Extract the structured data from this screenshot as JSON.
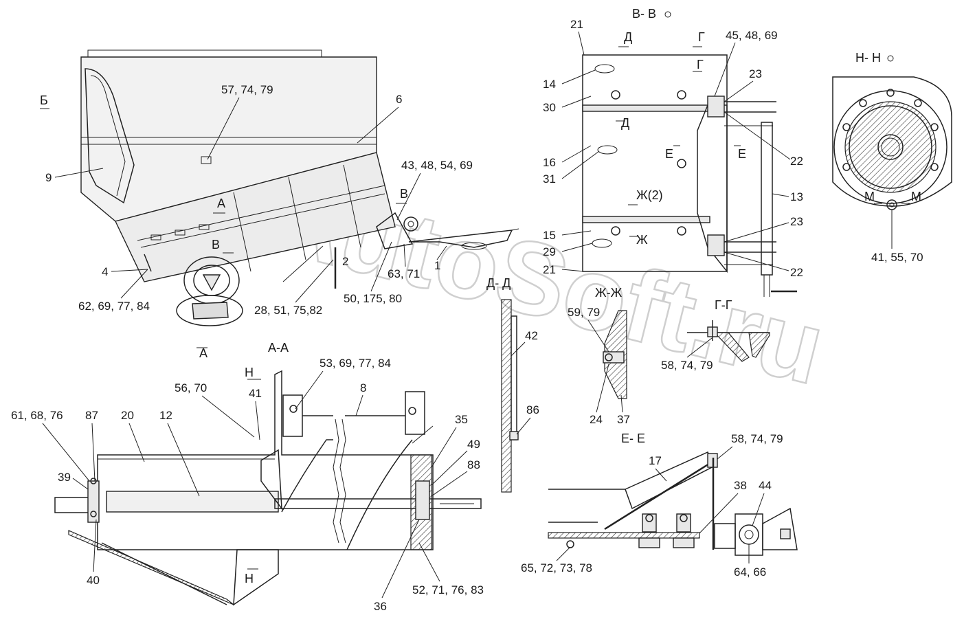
{
  "watermark": "AutoSoft.ru",
  "section_titles": {
    "b_arrow": "Б",
    "v_v": "В- В",
    "n_n": "Н- Н",
    "d_d": "Д- Д",
    "zh_zh": "Ж-Ж",
    "g_g": "Г-Г",
    "a_a": "А-А",
    "e_e": "Е- Е"
  },
  "section_marks": {
    "a_top": "А",
    "a_bottom": "А",
    "v_left": "В",
    "v_right": "В",
    "d_top": "Д",
    "d_mid": "Д",
    "g_top": "Г",
    "g_mid": "Г",
    "e_left": "Е",
    "e_right": "Е",
    "zh2": "Ж(2)",
    "zh": "Ж",
    "n_top": "Н",
    "n_bottom": "Н",
    "m_left": "М",
    "m_right": "М"
  },
  "labels": {
    "l_57_74_79": "57, 74, 79",
    "l_6": "6",
    "l_9": "9",
    "l_43_48_54_69": "43, 48, 54, 69",
    "l_4": "4",
    "l_2": "2",
    "l_1": "1",
    "l_63_71": "63, 71",
    "l_62_69_77_84": "62, 69, 77, 84",
    "l_28_51_75_82": "28, 51, 75,82",
    "l_50_175_80": "50, 175, 80",
    "l_21_top": "21",
    "l_45_48_69": "45, 48, 69",
    "l_23_top": "23",
    "l_14": "14",
    "l_30": "30",
    "l_16": "16",
    "l_31": "31",
    "l_22_top": "22",
    "l_13": "13",
    "l_15": "15",
    "l_23_bottom": "23",
    "l_29": "29",
    "l_21_bottom": "21",
    "l_22_bottom": "22",
    "l_41_55_70": "41, 55, 70",
    "l_42": "42",
    "l_86": "86",
    "l_59_79": "59, 79",
    "l_24": "24",
    "l_37": "37",
    "l_58_74_79_g": "58, 74, 79",
    "l_53_69_77_84": "53, 69, 77, 84",
    "l_56_70": "56, 70",
    "l_41": "41",
    "l_8": "8",
    "l_61_68_76": "61, 68, 76",
    "l_87": "87",
    "l_20": "20",
    "l_12": "12",
    "l_35": "35",
    "l_49": "49",
    "l_88": "88",
    "l_39": "39",
    "l_40": "40",
    "l_36": "36",
    "l_52_71_76_83": "52, 71, 76, 83",
    "l_58_74_79_e": "58, 74, 79",
    "l_17": "17",
    "l_38": "38",
    "l_44": "44",
    "l_65_72_73_78": "65, 72, 73, 78",
    "l_64_66": "64, 66"
  }
}
